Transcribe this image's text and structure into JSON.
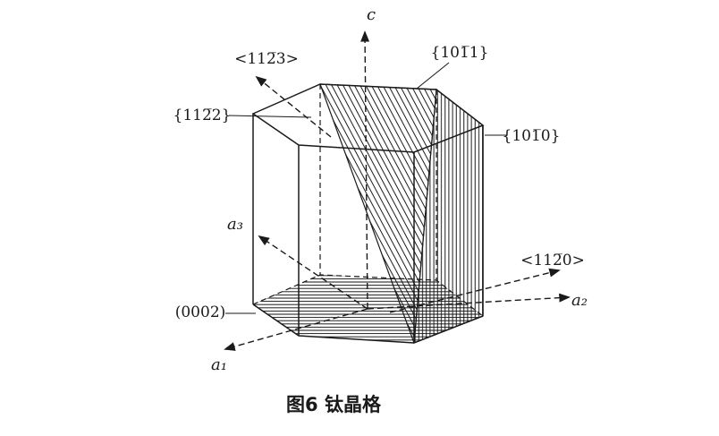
{
  "figure": {
    "kind": "crystallography-diagram",
    "caption": "图6 钛晶格",
    "axes": {
      "c": "c",
      "a1": "a₁",
      "a2": "a₂",
      "a3": "a₃"
    },
    "labels": {
      "direction_1123": "<112̅3>",
      "plane_1011": "{101̅1}",
      "plane_1122": "{112̅2}",
      "plane_1010": "{101̅0}",
      "direction_1120": "<112̅0>",
      "plane_0002": "(0002)"
    },
    "colors": {
      "ink": "#1a1a1a",
      "background": "#ffffff"
    }
  }
}
